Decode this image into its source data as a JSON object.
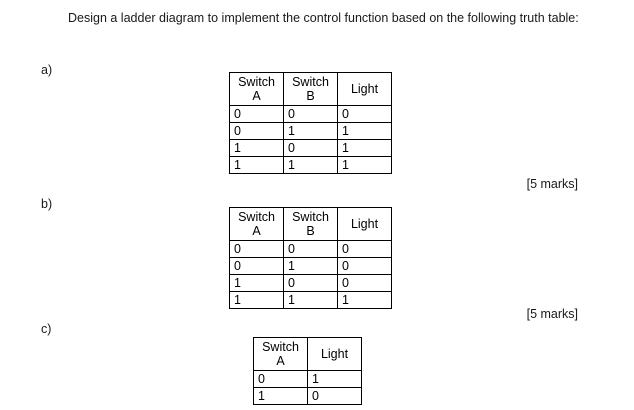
{
  "document": {
    "prompt": "Design a ladder diagram to implement the control function based on the following truth table:",
    "marks_a": "[5 marks]",
    "marks_b": "[5 marks]"
  },
  "parts": [
    {
      "label": "a)",
      "table": {
        "headers": [
          {
            "line1": "Switch",
            "line2": "A"
          },
          {
            "line1": "Switch",
            "line2": "B"
          },
          {
            "line1": "Light",
            "line2": ""
          }
        ],
        "rows": [
          [
            "0",
            "0",
            "0"
          ],
          [
            "0",
            "1",
            "1"
          ],
          [
            "1",
            "0",
            "1"
          ],
          [
            "1",
            "1",
            "1"
          ]
        ]
      }
    },
    {
      "label": "b)",
      "table": {
        "headers": [
          {
            "line1": "Switch",
            "line2": "A"
          },
          {
            "line1": "Switch",
            "line2": "B"
          },
          {
            "line1": "Light",
            "line2": ""
          }
        ],
        "rows": [
          [
            "0",
            "0",
            "0"
          ],
          [
            "0",
            "1",
            "0"
          ],
          [
            "1",
            "0",
            "0"
          ],
          [
            "1",
            "1",
            "1"
          ]
        ]
      }
    },
    {
      "label": "c)",
      "table": {
        "headers": [
          {
            "line1": "Switch",
            "line2": "A"
          },
          {
            "line1": "Light",
            "line2": ""
          }
        ],
        "rows": [
          [
            "0",
            "1"
          ],
          [
            "1",
            "0"
          ]
        ]
      }
    }
  ]
}
